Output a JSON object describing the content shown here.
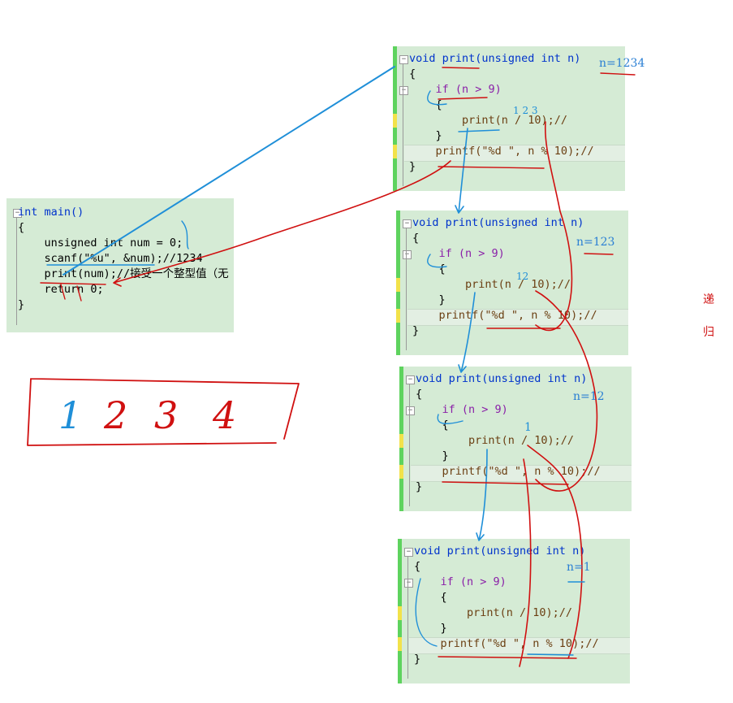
{
  "main_panel": {
    "lines": [
      "int main()",
      "{",
      "    unsigned int num = 0;",
      "    scanf(\"%u\", &num);//1234",
      "    print(num);//接受一个整型值（无",
      "",
      "    return 0;",
      "}"
    ]
  },
  "print_panels": [
    {
      "annotation": "n=1234"
    },
    {
      "annotation": "n=123"
    },
    {
      "annotation": "n=12"
    },
    {
      "annotation": "n=1"
    }
  ],
  "print_lines": [
    "void print(unsigned int n)",
    "{",
    "    if (n > 9)",
    "    {",
    "        print(n / 10);//",
    "    }",
    "    printf(\"%d \", n % 10);//",
    "}"
  ],
  "handwriting": {
    "box_digits": [
      "1",
      "2",
      "3",
      "4"
    ],
    "recursion_labels": [
      "递",
      "归"
    ],
    "small_notes": [
      "1 2 3",
      "12",
      "1"
    ]
  },
  "colors": {
    "panel_bg": "#d5ebd5",
    "gutter": "#5ed35e",
    "ink_red": "#d01010",
    "ink_blue": "#1f8fd8"
  }
}
